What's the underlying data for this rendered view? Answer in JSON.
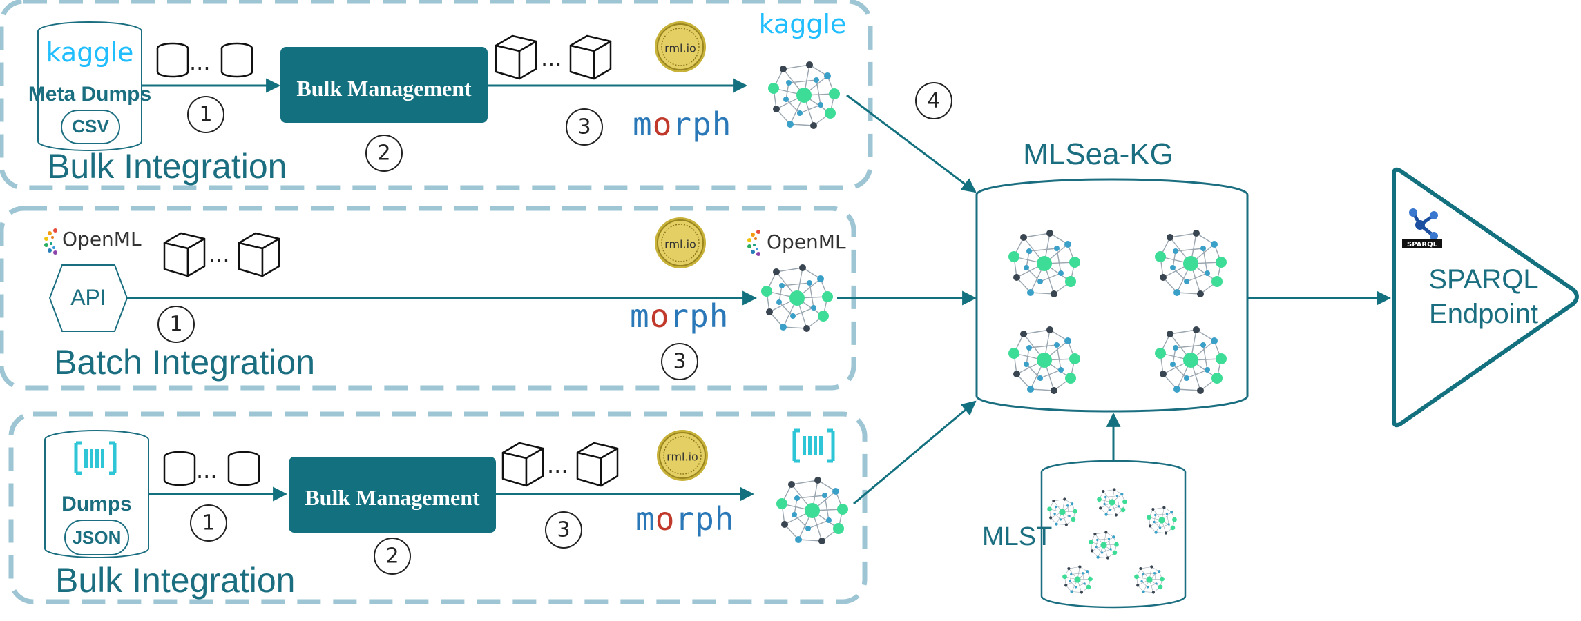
{
  "sections": {
    "bulk_kaggle": {
      "title": "Bulk Integration",
      "source_logo": "kaggle",
      "source_label": "Meta Dumps",
      "format": "CSV",
      "step_a": "1",
      "processor": "Bulk Management",
      "step_b": "2",
      "step_c": "3",
      "mapper": "morph",
      "output_logo": "kaggle"
    },
    "batch_openml": {
      "title": "Batch Integration",
      "source_logo": "OpenML",
      "source_label": "API",
      "step_a": "1",
      "step_c": "3",
      "mapper": "morph",
      "output_logo": "OpenML"
    },
    "bulk_pwc": {
      "title": "Bulk Integration",
      "source_label": "Dumps",
      "format": "JSON",
      "step_a": "1",
      "processor": "Bulk Management",
      "step_b": "2",
      "step_c": "3",
      "mapper": "morph"
    }
  },
  "rml_badge": "rml.io",
  "ellipsis": "...",
  "step_merge": "4",
  "kg": {
    "title": "MLSea-KG"
  },
  "ontology": {
    "title": "MLST"
  },
  "endpoint": {
    "title_line1": "SPARQL",
    "title_line2": "Endpoint",
    "logo_text": "SPARQL"
  },
  "colors": {
    "teal_dark": "#13707f",
    "teal_text": "#1a6e80",
    "dashed_border": "#9ec5d4",
    "node_green": "#3ddc97",
    "node_blue": "#3aa0c8",
    "node_dark": "#3a4552",
    "kaggle_blue": "#20beff"
  },
  "icons": [
    "cylinder-icon",
    "cube-icon",
    "rml-io-badge-icon",
    "knowledge-graph-icon",
    "papers-with-code-icon",
    "sparql-logo-icon",
    "openml-logo-icon"
  ]
}
